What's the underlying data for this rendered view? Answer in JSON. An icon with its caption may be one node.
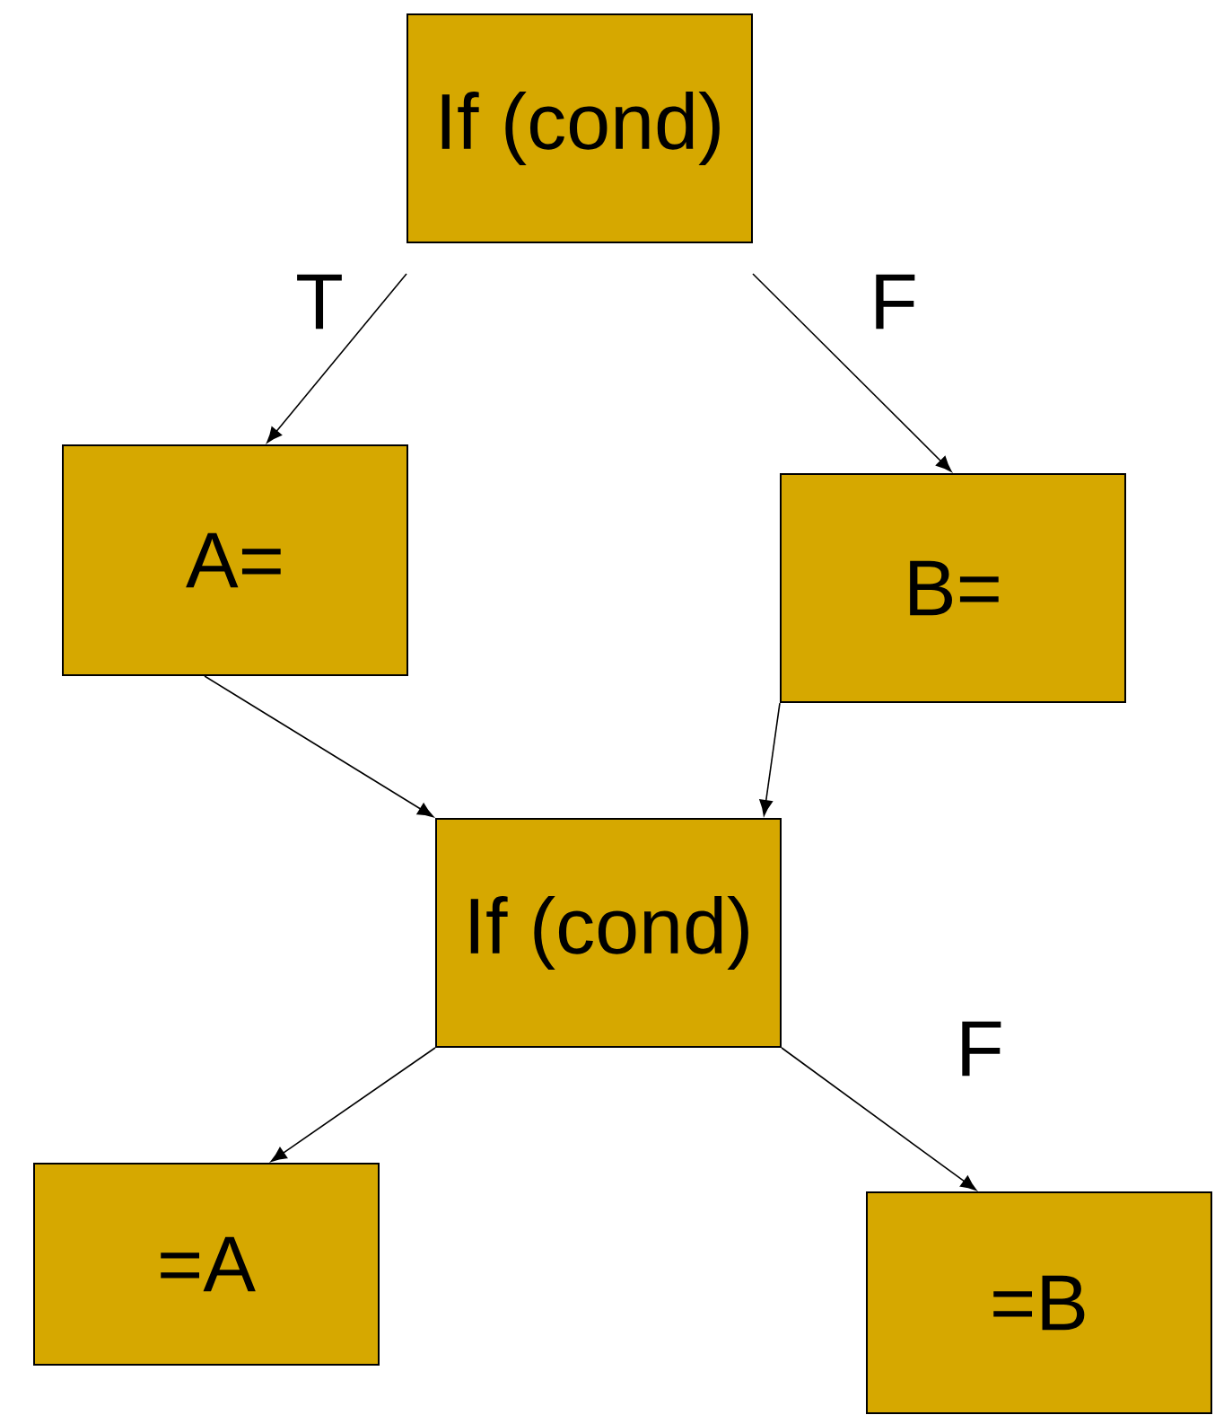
{
  "diagram": {
    "nodes": [
      {
        "text": [
          "If (cond)"
        ]
      },
      {
        "text": [
          "A="
        ]
      },
      {
        "text": [
          "B="
        ]
      },
      {
        "text": [
          "If (cond)"
        ]
      },
      {
        "text": [
          "=A"
        ]
      },
      {
        "text": [
          "=B"
        ]
      }
    ],
    "edges": [
      {
        "from": 0,
        "to": 1,
        "arrow": "to",
        "label": "T"
      },
      {
        "from": 0,
        "to": 2,
        "arrow": "to",
        "label": "F"
      },
      {
        "from": 1,
        "to": 3,
        "arrow": "to"
      },
      {
        "from": 2,
        "to": 3,
        "arrow": "to"
      },
      {
        "from": 3,
        "to": 4,
        "arrow": "to"
      },
      {
        "from": 3,
        "to": 5,
        "arrow": "to",
        "label": "F"
      }
    ]
  }
}
